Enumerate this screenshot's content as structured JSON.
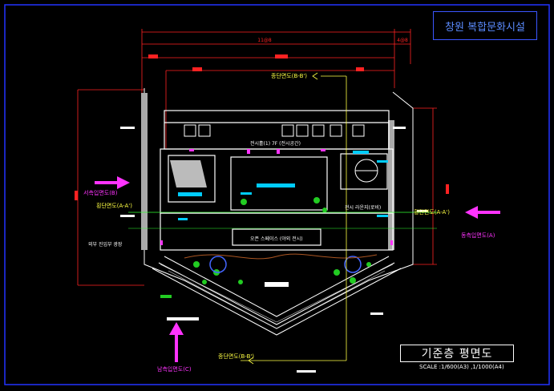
{
  "title": "창원 복합문화시설",
  "plan_title": "기준층 평면도",
  "scale_text": "SCALE :1/600(A3) ,1/1000(A4)",
  "elevations": {
    "west": "서측입면도(B)",
    "east": "동측입면도(A)",
    "south": "남측입면도(C)"
  },
  "sections": {
    "top": "종단면도(B-B')",
    "left": "횡단면도(A-A')",
    "right": "횡단면도(A-A')",
    "bottom": "종단면도(B-B')"
  },
  "dims": {
    "total": "11@8",
    "side": "4@8"
  },
  "room_labels": {
    "upper": "전시홀(1) 7F (전시공간)",
    "middle": "전시 라운지(로비)",
    "lower": "오픈 스페이스 (야외 전시)",
    "left_area": "외부 진입부 광장"
  },
  "colors": {
    "frame": "#2233ff",
    "wall": "#ffffff",
    "dim": "#ff2222",
    "annotation": "#ffff44",
    "arrow": "#ff33ff",
    "section": "#33ff33",
    "accent": "#00ccff"
  }
}
